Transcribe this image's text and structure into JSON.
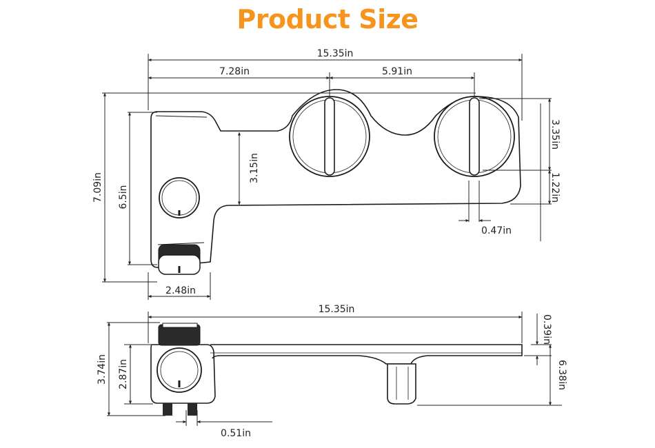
{
  "title": "Product Size",
  "colors": {
    "title": "#f7941d",
    "line": "#1a1a1a",
    "dim": "#222222"
  },
  "top_view": {
    "overall_length": "15.35in",
    "knob1_offset": "7.28in",
    "knob_spacing": "5.91in",
    "overall_height": "7.09in",
    "body_height": "6.5in",
    "arm_height": "3.15in",
    "knob_height": "3.35in",
    "nozzle_offset": "1.22in",
    "tip_width": "0.47in",
    "body_width": "2.48in"
  },
  "side_view": {
    "overall_length": "15.35in",
    "plate_thickness": "0.39in",
    "total_depth": "6.38in",
    "body_height": "3.74in",
    "knob_height": "2.87in",
    "connector_width": "0.51in"
  },
  "icons": [
    "pressure-knob-icon",
    "water-valve-icon",
    "hose-connector-icon",
    "nozzle-icon"
  ]
}
